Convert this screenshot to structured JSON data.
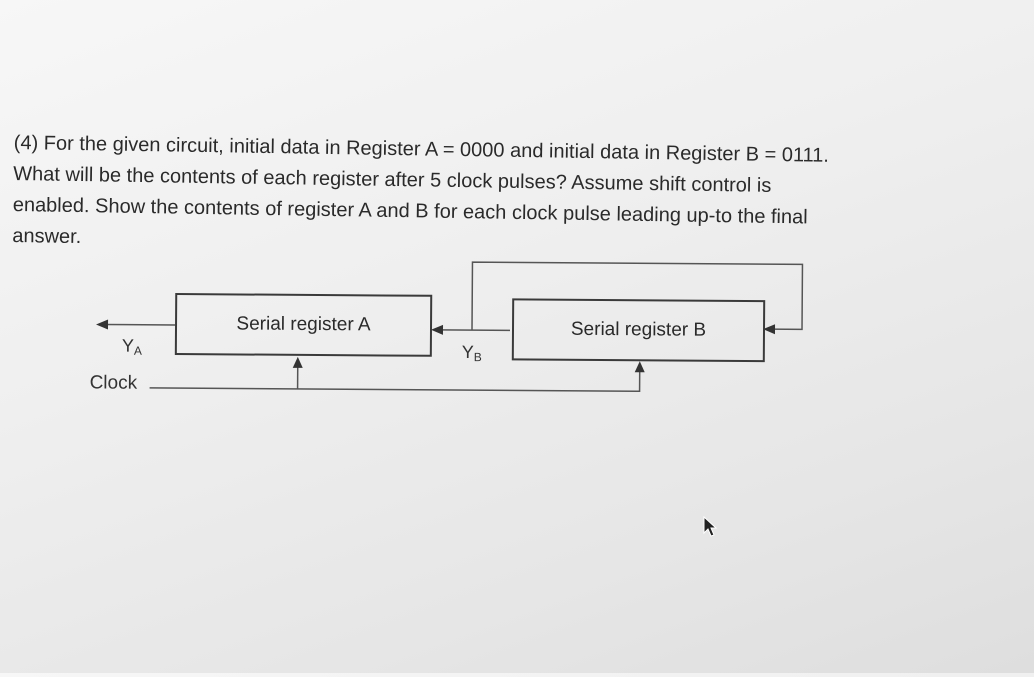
{
  "question": {
    "lines": [
      "(4) For the given circuit, initial data in Register A = 0000 and initial data in Register B = 0111.",
      "What will be the contents of each register after 5 clock pulses? Assume shift control is",
      "enabled. Show the contents of register A and B for each clock pulse leading up-to the final",
      "answer."
    ]
  },
  "diagram": {
    "register_a_label": "Serial register A",
    "register_b_label": "Serial register B",
    "output_a": {
      "main": "Y",
      "sub": "A"
    },
    "output_b": {
      "main": "Y",
      "sub": "B"
    },
    "clock_label": "Clock"
  },
  "icons": [
    "mouse-pointer-icon"
  ]
}
